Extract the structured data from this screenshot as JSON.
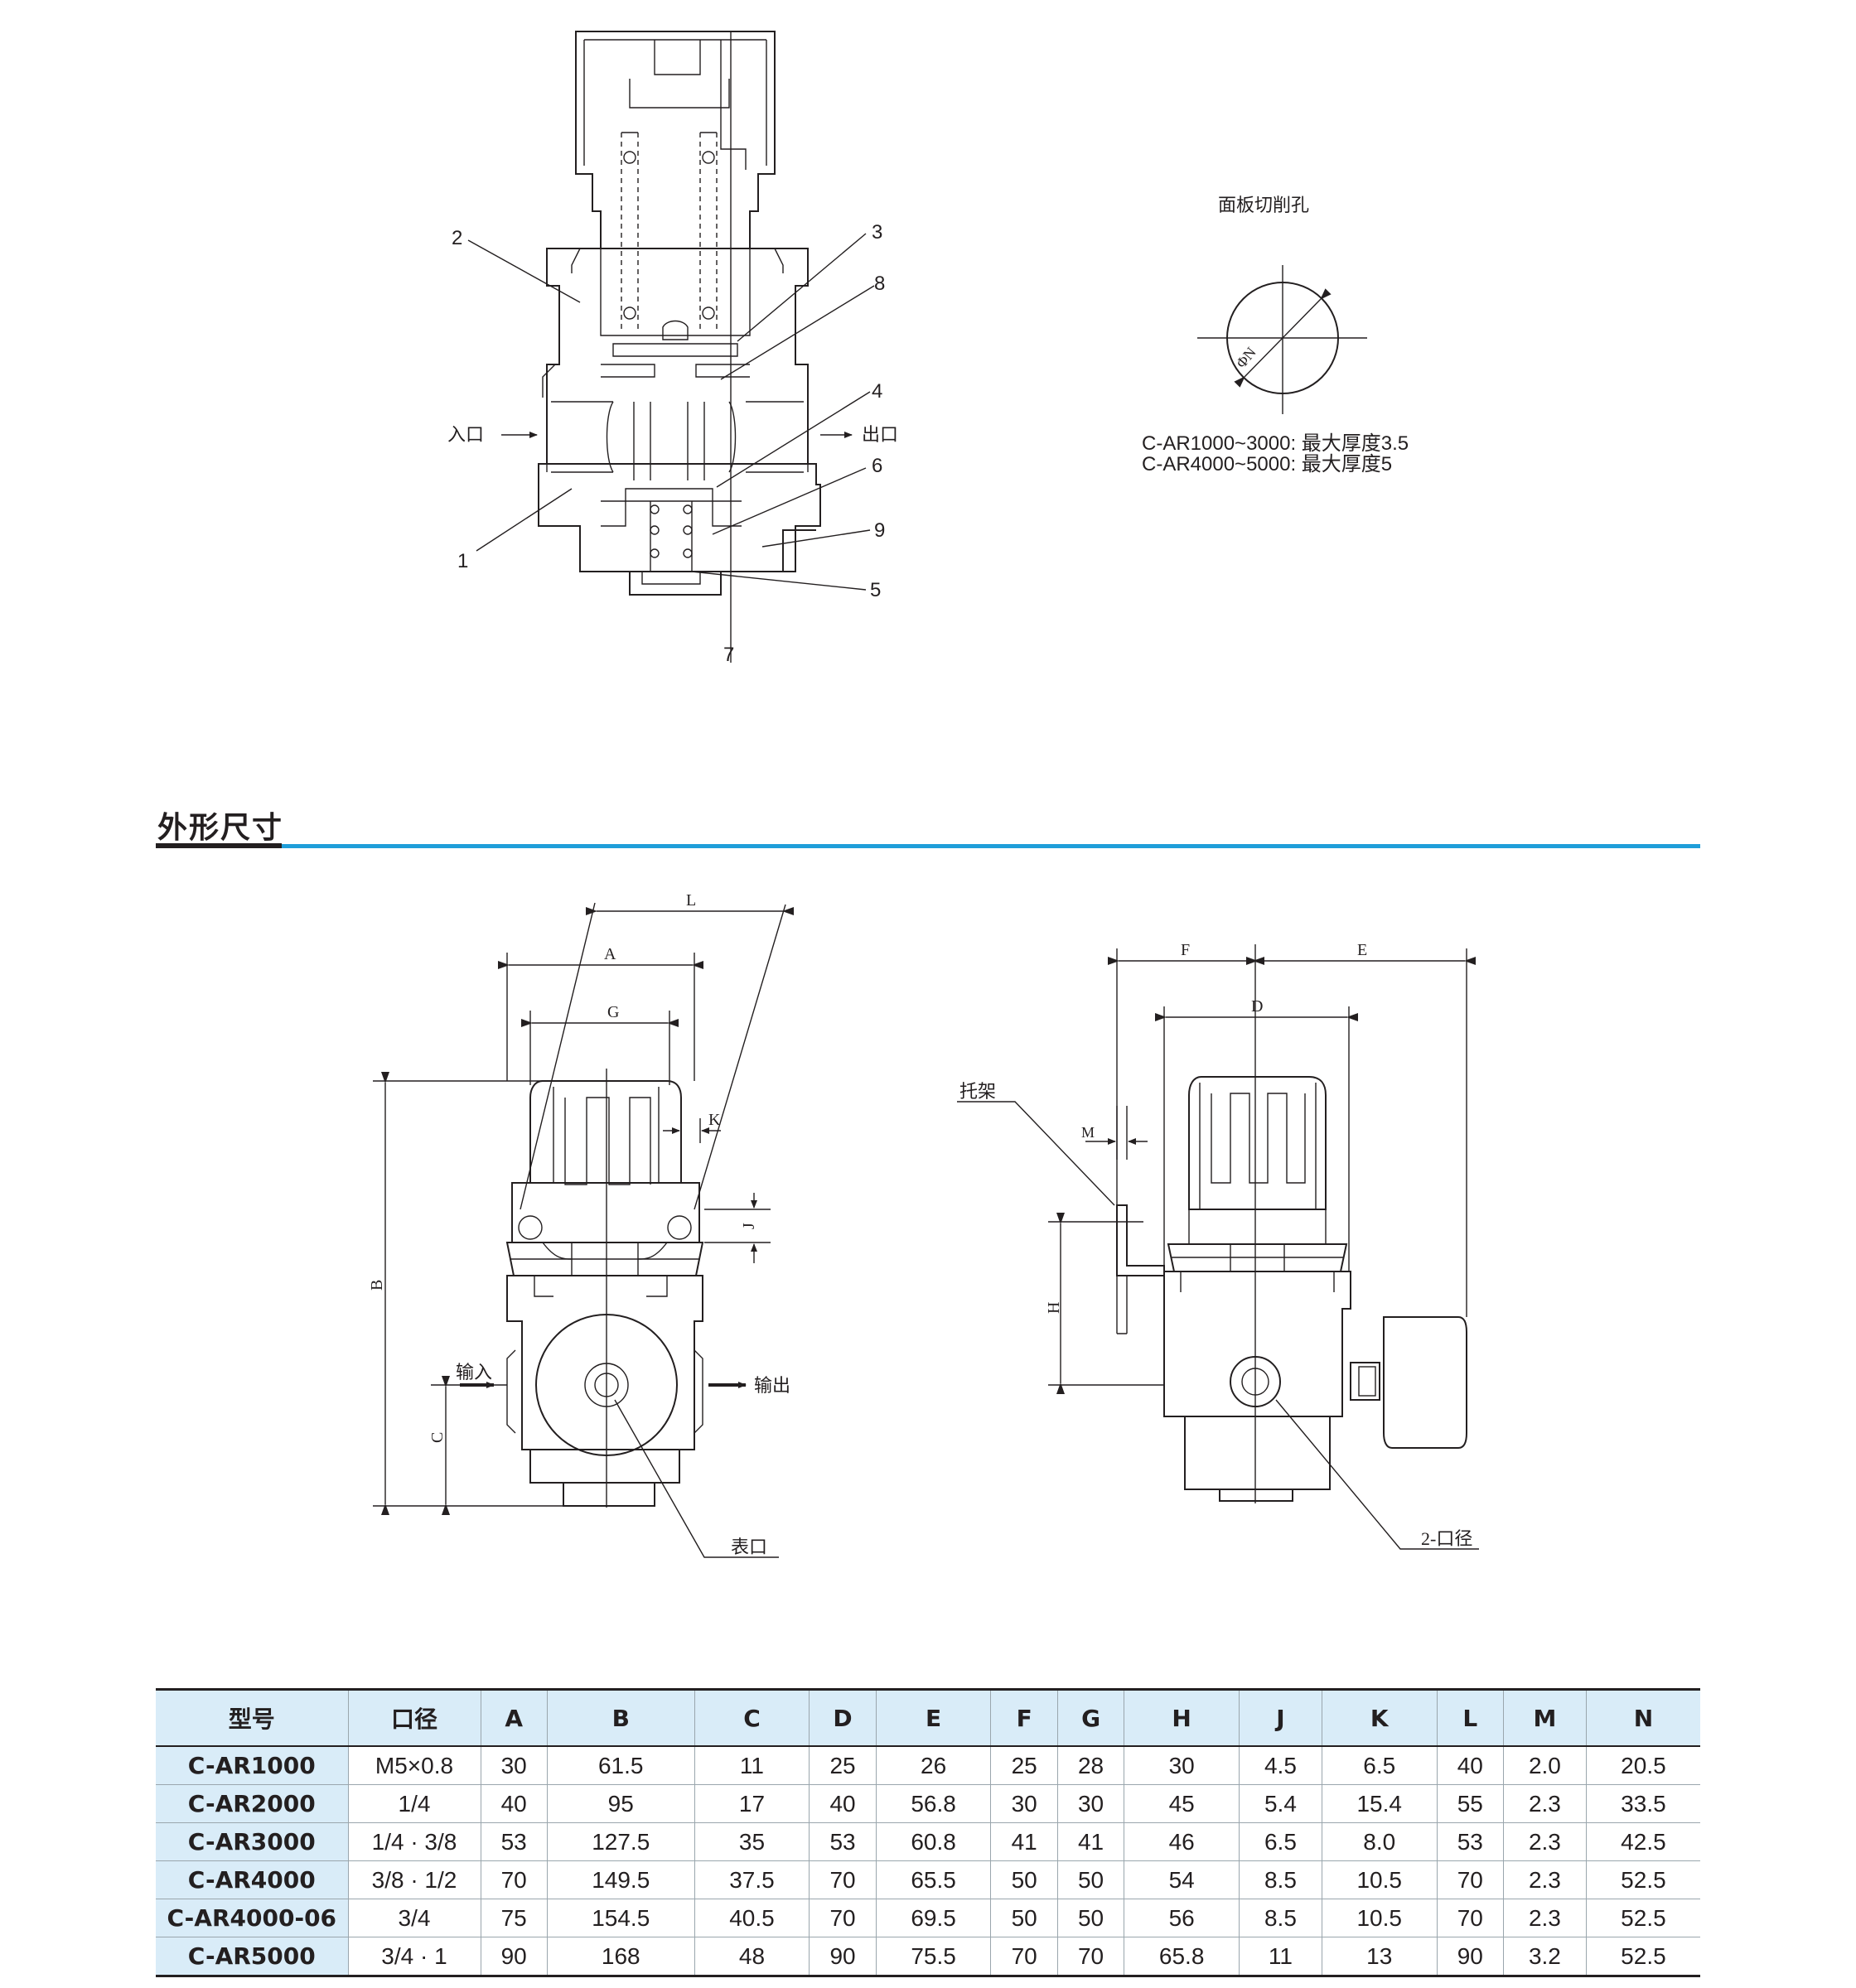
{
  "section": {
    "cross_section": {
      "inlet_label": "入口",
      "outlet_label": "出口",
      "part_callouts": [
        "1",
        "2",
        "3",
        "4",
        "5",
        "6",
        "7",
        "8",
        "9"
      ]
    },
    "panel_cutout": {
      "title": "面板切削孔",
      "diameter_label": "ΦN",
      "note1": "C-AR1000~3000: 最大厚度3.5",
      "note2": "C-AR4000~5000: 最大厚度5"
    }
  },
  "dimensions": {
    "title": "外形尺寸",
    "front_view": {
      "dim_L": "L",
      "dim_A": "A",
      "dim_G": "G",
      "dim_K": "K",
      "dim_J": "J",
      "dim_B": "B",
      "dim_C": "C",
      "input_label": "输入",
      "output_label": "输出",
      "gauge_port_label": "表口"
    },
    "side_view": {
      "dim_F": "F",
      "dim_E": "E",
      "dim_D": "D",
      "dim_M": "M",
      "dim_H": "H",
      "bracket_label": "托架",
      "port_label": "2-口径"
    }
  },
  "table": {
    "headers": [
      "型号",
      "口径",
      "A",
      "B",
      "C",
      "D",
      "E",
      "F",
      "G",
      "H",
      "J",
      "K",
      "L",
      "M",
      "N"
    ],
    "rows": [
      [
        "C-AR1000",
        "M5×0.8",
        "30",
        "61.5",
        "11",
        "25",
        "26",
        "25",
        "28",
        "30",
        "4.5",
        "6.5",
        "40",
        "2.0",
        "20.5"
      ],
      [
        "C-AR2000",
        "1/4",
        "40",
        "95",
        "17",
        "40",
        "56.8",
        "30",
        "30",
        "45",
        "5.4",
        "15.4",
        "55",
        "2.3",
        "33.5"
      ],
      [
        "C-AR3000",
        "1/4 · 3/8",
        "53",
        "127.5",
        "35",
        "53",
        "60.8",
        "41",
        "41",
        "46",
        "6.5",
        "8.0",
        "53",
        "2.3",
        "42.5"
      ],
      [
        "C-AR4000",
        "3/8 · 1/2",
        "70",
        "149.5",
        "37.5",
        "70",
        "65.5",
        "50",
        "50",
        "54",
        "8.5",
        "10.5",
        "70",
        "2.3",
        "52.5"
      ],
      [
        "C-AR4000-06",
        "3/4",
        "75",
        "154.5",
        "40.5",
        "70",
        "69.5",
        "50",
        "50",
        "56",
        "8.5",
        "10.5",
        "70",
        "2.3",
        "52.5"
      ],
      [
        "C-AR5000",
        "3/4 · 1",
        "90",
        "168",
        "48",
        "90",
        "75.5",
        "70",
        "70",
        "65.8",
        "11",
        "13",
        "90",
        "3.2",
        "52.5"
      ]
    ]
  }
}
